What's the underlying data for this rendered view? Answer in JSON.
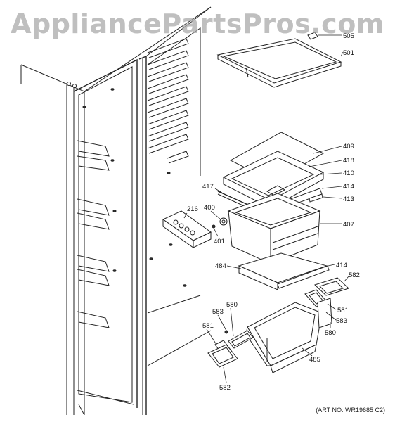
{
  "watermark": "AppliancePartsPros.com",
  "art_number": "(ART NO. WR19685 C2)",
  "callouts": [
    {
      "key": "505",
      "label": "505"
    },
    {
      "key": "501",
      "label": "501"
    },
    {
      "key": "409",
      "label": "409"
    },
    {
      "key": "418",
      "label": "418"
    },
    {
      "key": "410",
      "label": "410"
    },
    {
      "key": "414a",
      "label": "414"
    },
    {
      "key": "413",
      "label": "413"
    },
    {
      "key": "417",
      "label": "417"
    },
    {
      "key": "216",
      "label": "216"
    },
    {
      "key": "400",
      "label": "400"
    },
    {
      "key": "401",
      "label": "401"
    },
    {
      "key": "407",
      "label": "407"
    },
    {
      "key": "484",
      "label": "484"
    },
    {
      "key": "414b",
      "label": "414"
    },
    {
      "key": "582a",
      "label": "582"
    },
    {
      "key": "581a",
      "label": "581"
    },
    {
      "key": "583a",
      "label": "583"
    },
    {
      "key": "580a",
      "label": "580"
    },
    {
      "key": "583b",
      "label": "583"
    },
    {
      "key": "580b",
      "label": "580"
    },
    {
      "key": "581b",
      "label": "581"
    },
    {
      "key": "485",
      "label": "485"
    },
    {
      "key": "582b",
      "label": "582"
    }
  ]
}
